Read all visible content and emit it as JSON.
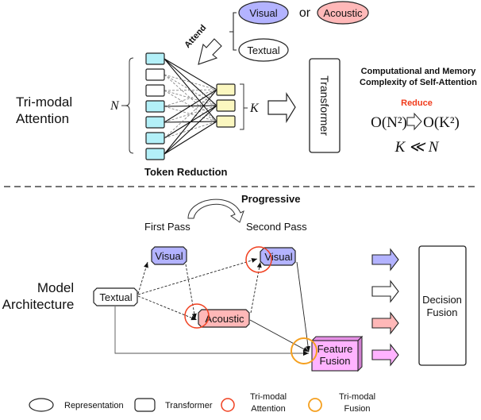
{
  "top_section": {
    "label_line1": "Tri-modal",
    "label_line2": "Attention",
    "n_symbol": "N",
    "k_symbol": "K",
    "attend_label": "Attend",
    "modalities": {
      "visual": "Visual",
      "or": "or",
      "acoustic": "Acoustic",
      "textual": "Textual"
    },
    "token_reduction_label": "Token Reduction",
    "transformer_label": "Transformer",
    "complexity_title_line1": "Computational and Memory",
    "complexity_title_line2": "Complexity of Self-Attention",
    "reduce_label": "Reduce",
    "complexity_from": "O(N²)",
    "complexity_to": "O(K²)",
    "constraint": "K ≪ N",
    "input_tokens": [
      "cyan",
      "white",
      "white",
      "cyan",
      "cyan",
      "cyan",
      "cyan"
    ],
    "reduced_tokens": 3
  },
  "bottom_section": {
    "label_line1": "Model",
    "label_line2": "Architecture",
    "progressive_label": "Progressive",
    "first_pass_label": "First Pass",
    "second_pass_label": "Second Pass",
    "nodes": {
      "textual": "Textual",
      "visual_first": "Visual",
      "acoustic": "Acoustic",
      "visual_second": "Visual",
      "feature_fusion_line1": "Feature",
      "feature_fusion_line2": "Fusion"
    },
    "decision_fusion_line1": "Decision",
    "decision_fusion_line2": "Fusion",
    "output_arrows": [
      "visual",
      "textual",
      "acoustic",
      "fusion"
    ]
  },
  "legend": {
    "representation": "Representation",
    "transformer": "Transformer",
    "tri_modal_attention_line1": "Tri-modal",
    "tri_modal_attention_line2": "Attention",
    "tri_modal_fusion_line1": "Tri-modal",
    "tri_modal_fusion_line2": "Fusion"
  },
  "colors": {
    "visual": "#b3b3ff",
    "acoustic": "#ffb8b8",
    "fusion": "#ffb3ff",
    "token_cyan": "#b3f0f8",
    "token_yellow": "#fbf7c0",
    "attention_circle": "#f04020",
    "fusion_circle": "#f5a020",
    "reduce_text": "#f03a1a"
  }
}
